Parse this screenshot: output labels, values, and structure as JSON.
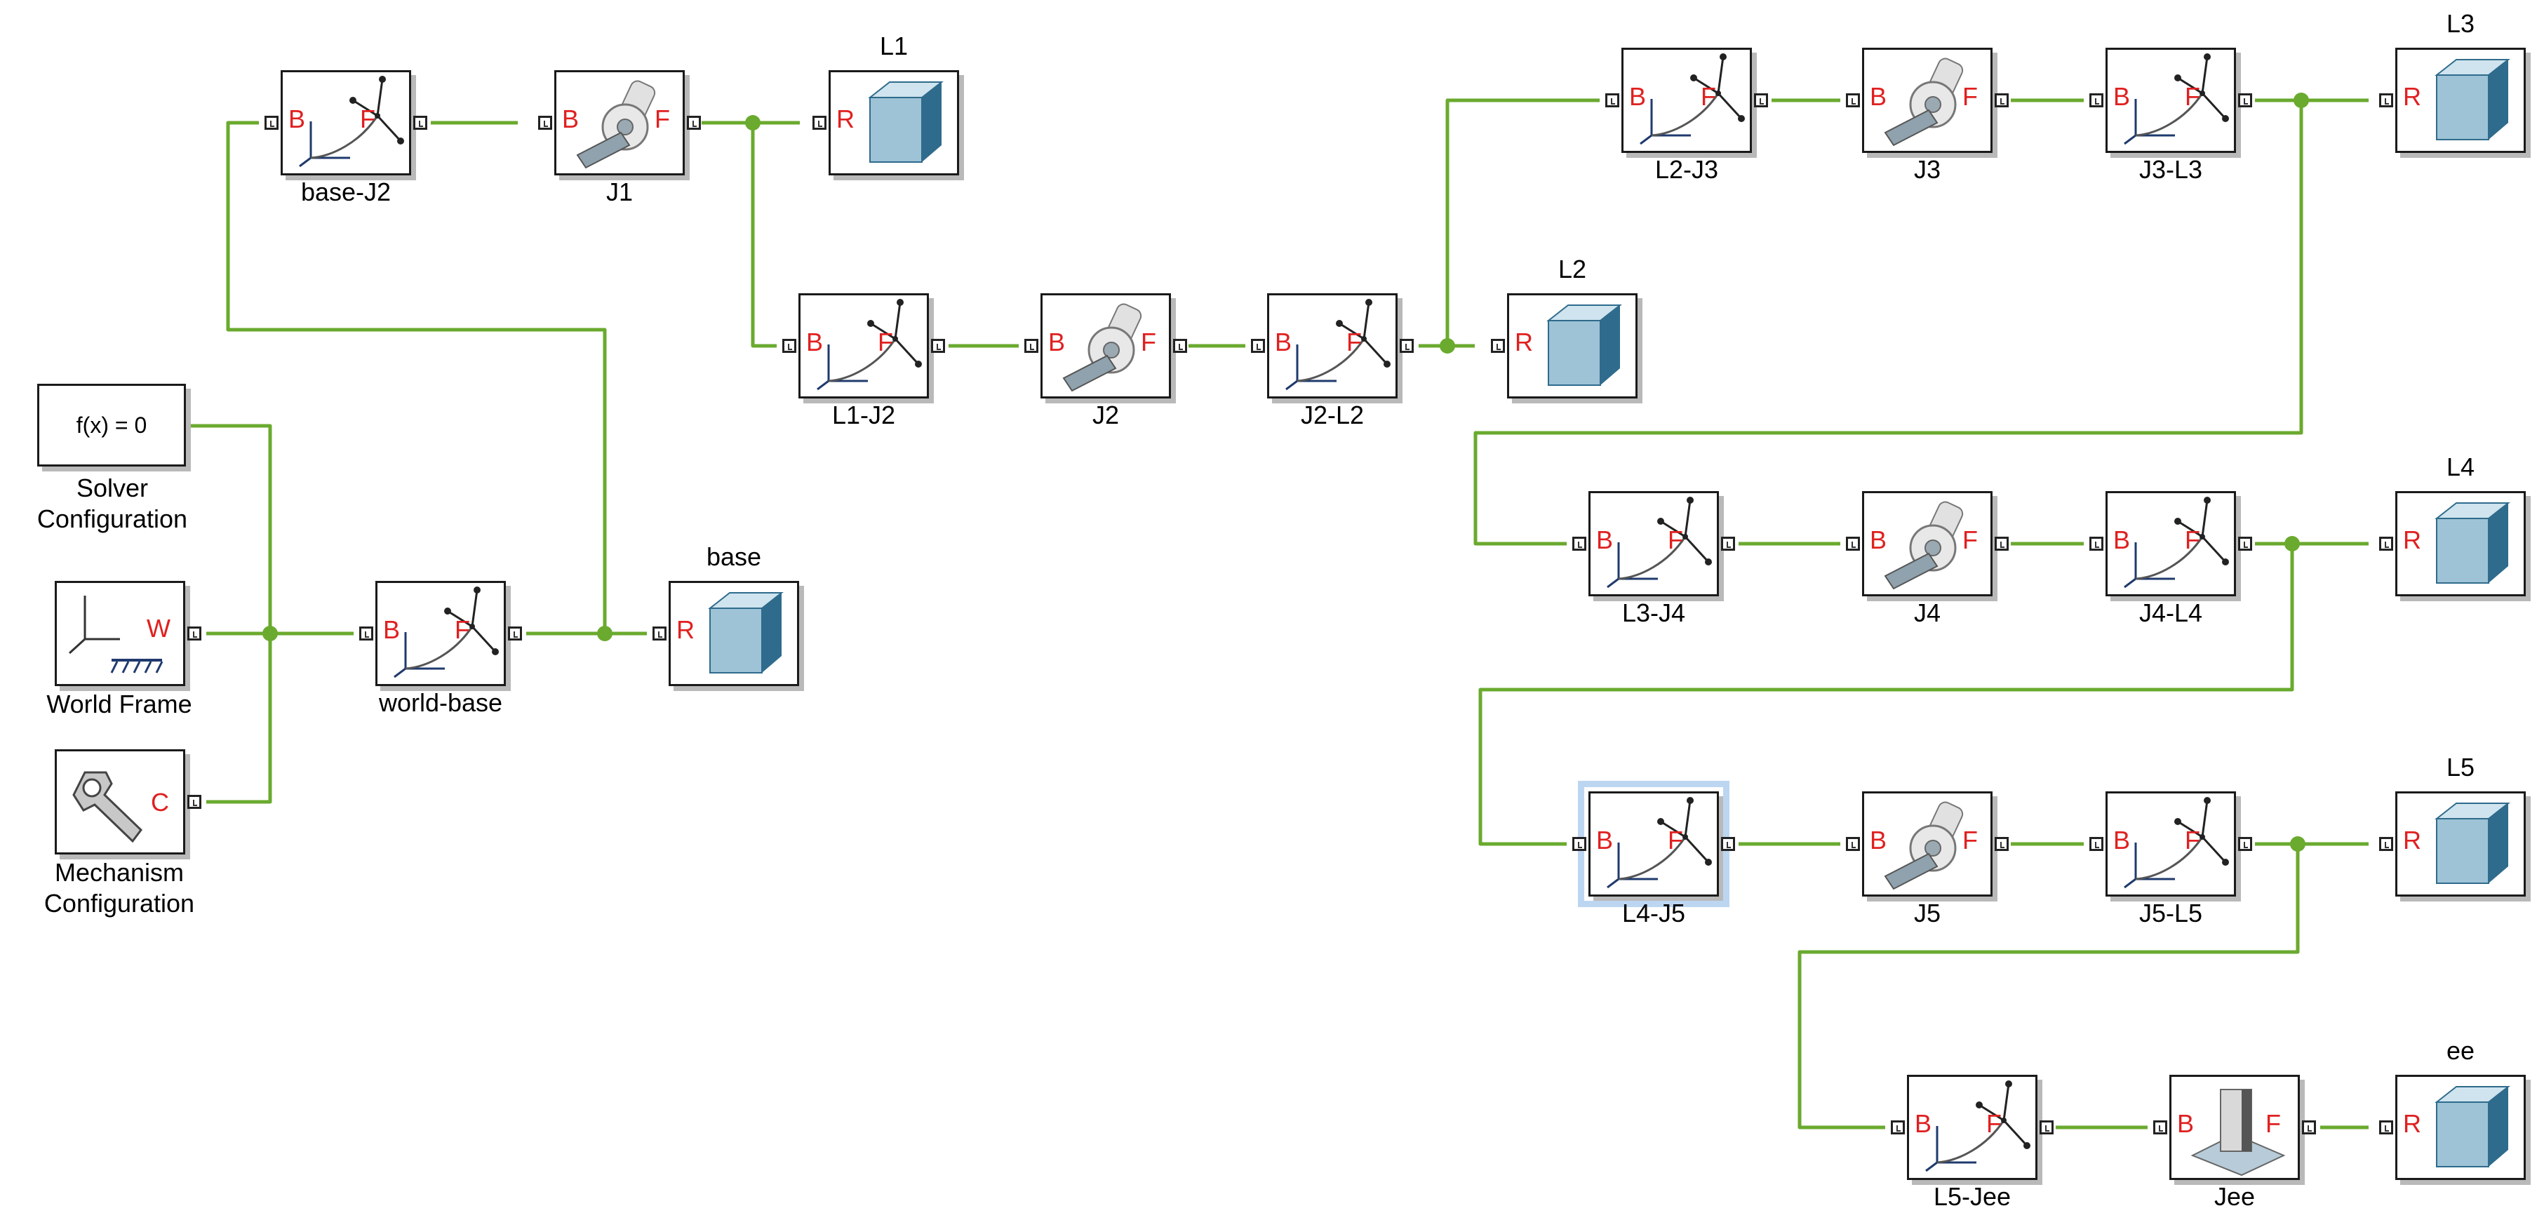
{
  "colors": {
    "connection": "#6aaa2e",
    "block_border": "#1a1a1a",
    "port_letter": "#e02020",
    "body_face": "#9ec3d6",
    "body_top": "#cfe4ee",
    "body_side": "#2f6b8c",
    "selection": "#bcd6f2"
  },
  "solver": {
    "label_line1": "Solver",
    "label_line2": "Configuration",
    "equation": "f(x) = 0"
  },
  "world": {
    "label": "World Frame",
    "port": "W"
  },
  "mechanism": {
    "label_line1": "Mechanism",
    "label_line2": "Configuration",
    "port": "C"
  },
  "ports": {
    "base": "B",
    "follower": "F",
    "reference": "R"
  },
  "transforms": [
    {
      "id": "world-base",
      "label": "world-base"
    },
    {
      "id": "base-J2",
      "label": "base-J2"
    },
    {
      "id": "L1-J2",
      "label": "L1-J2"
    },
    {
      "id": "J2-L2",
      "label": "J2-L2"
    },
    {
      "id": "L2-J3",
      "label": "L2-J3"
    },
    {
      "id": "J3-L3",
      "label": "J3-L3"
    },
    {
      "id": "L3-J4",
      "label": "L3-J4"
    },
    {
      "id": "J4-L4",
      "label": "J4-L4"
    },
    {
      "id": "L4-J5",
      "label": "L4-J5"
    },
    {
      "id": "J5-L5",
      "label": "J5-L5"
    },
    {
      "id": "L5-Jee",
      "label": "L5-Jee"
    }
  ],
  "joints": [
    {
      "id": "J1",
      "label": "J1"
    },
    {
      "id": "J2",
      "label": "J2"
    },
    {
      "id": "J3",
      "label": "J3"
    },
    {
      "id": "J4",
      "label": "J4"
    },
    {
      "id": "J5",
      "label": "J5"
    },
    {
      "id": "Jee",
      "label": "Jee"
    }
  ],
  "bodies": [
    {
      "id": "base",
      "label": "base"
    },
    {
      "id": "L1",
      "label": "L1"
    },
    {
      "id": "L2",
      "label": "L2"
    },
    {
      "id": "L3",
      "label": "L3"
    },
    {
      "id": "L4",
      "label": "L4"
    },
    {
      "id": "L5",
      "label": "L5"
    },
    {
      "id": "ee",
      "label": "ee"
    }
  ]
}
